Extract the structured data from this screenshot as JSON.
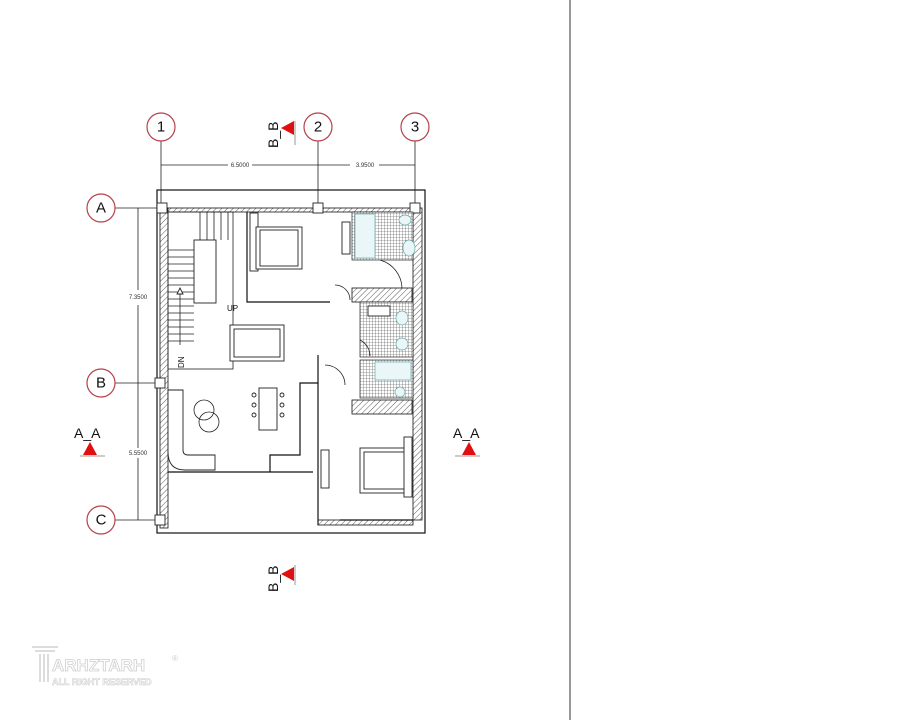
{
  "grid": {
    "columns": [
      "1",
      "2",
      "3"
    ],
    "rows": [
      "A",
      "B",
      "C"
    ]
  },
  "dimensions": {
    "horizontal": [
      "6.5000",
      "3.9500"
    ],
    "vertical": [
      "7.3500",
      "5.5500"
    ]
  },
  "sections": {
    "b_b_top": "B_B",
    "b_b_bottom": "B_B",
    "a_a_left": "A_A",
    "a_a_right": "A_A"
  },
  "labels": {
    "up": "UP",
    "dn": "DN"
  },
  "logo": {
    "name": "ARHZTARH",
    "tagline": "ALL RIGHT RESERVED",
    "mark": "®"
  },
  "colors": {
    "section_marker": "#e01010",
    "grid_bubble": "#b5404a"
  }
}
